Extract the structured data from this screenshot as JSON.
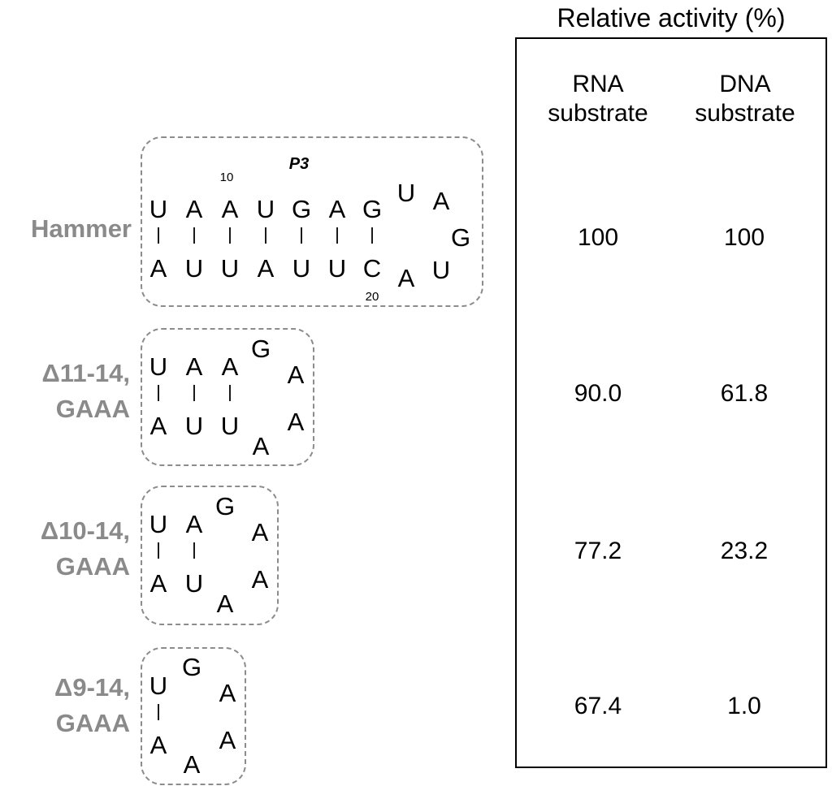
{
  "table": {
    "title": "Relative activity (%)",
    "col_rna": [
      "RNA",
      "substrate"
    ],
    "col_dna": [
      "DNA",
      "substrate"
    ],
    "rows": [
      {
        "rna": "100",
        "dna": "100"
      },
      {
        "rna": "90.0",
        "dna": "61.8"
      },
      {
        "rna": "77.2",
        "dna": "23.2"
      },
      {
        "rna": "67.4",
        "dna": "1.0"
      }
    ]
  },
  "constructs": [
    {
      "label_lines": [
        "Hammer"
      ],
      "region_label": "P3",
      "pos_labels": {
        "top": "10",
        "bottom": "20"
      },
      "top": [
        "U",
        "A",
        "A",
        "U",
        "G",
        "A",
        "G"
      ],
      "bottom": [
        "A",
        "U",
        "U",
        "A",
        "U",
        "U",
        "C"
      ],
      "loop": [
        "U",
        "A",
        "G",
        "U",
        "A"
      ]
    },
    {
      "label_lines": [
        "Δ11-14,",
        "GAAA"
      ],
      "top": [
        "U",
        "A",
        "A"
      ],
      "bottom": [
        "A",
        "U",
        "U"
      ],
      "loop": [
        "G",
        "A",
        "A",
        "A"
      ]
    },
    {
      "label_lines": [
        "Δ10-14,",
        "GAAA"
      ],
      "top": [
        "U",
        "A"
      ],
      "bottom": [
        "A",
        "U"
      ],
      "loop": [
        "G",
        "A",
        "A",
        "A"
      ]
    },
    {
      "label_lines": [
        "Δ9-14,",
        "GAAA"
      ],
      "top": [
        "U"
      ],
      "bottom": [
        "A"
      ],
      "loop": [
        "G",
        "A",
        "A",
        "A"
      ]
    }
  ]
}
